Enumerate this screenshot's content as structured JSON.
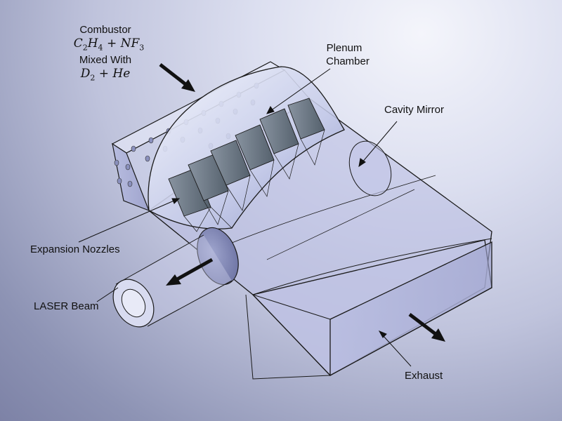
{
  "labels": {
    "combustor": "Combustor",
    "fuel_formula": {
      "a": "C",
      "a_sub": "2",
      "b": "H",
      "b_sub": "4",
      "plus": " + ",
      "c": "NF",
      "c_sub": "3"
    },
    "mixed_with": "Mixed With",
    "diluent_formula": {
      "a": "D",
      "a_sub": "2",
      "plus": " + ",
      "b": "He"
    },
    "plenum_line1": "Plenum",
    "plenum_line2": "Chamber",
    "cavity_mirror": "Cavity Mirror",
    "expansion_nozzles": "Expansion Nozzles",
    "laser_beam": "LASER Beam",
    "exhaust": "Exhaust"
  },
  "colors": {
    "housing": "#c9cce8",
    "housing_dark": "#9fa4cf",
    "nozzle": "#6d7a86",
    "nozzle_light": "#9aa6b1",
    "outline": "#1a1a1a",
    "arrow": "#111111"
  }
}
